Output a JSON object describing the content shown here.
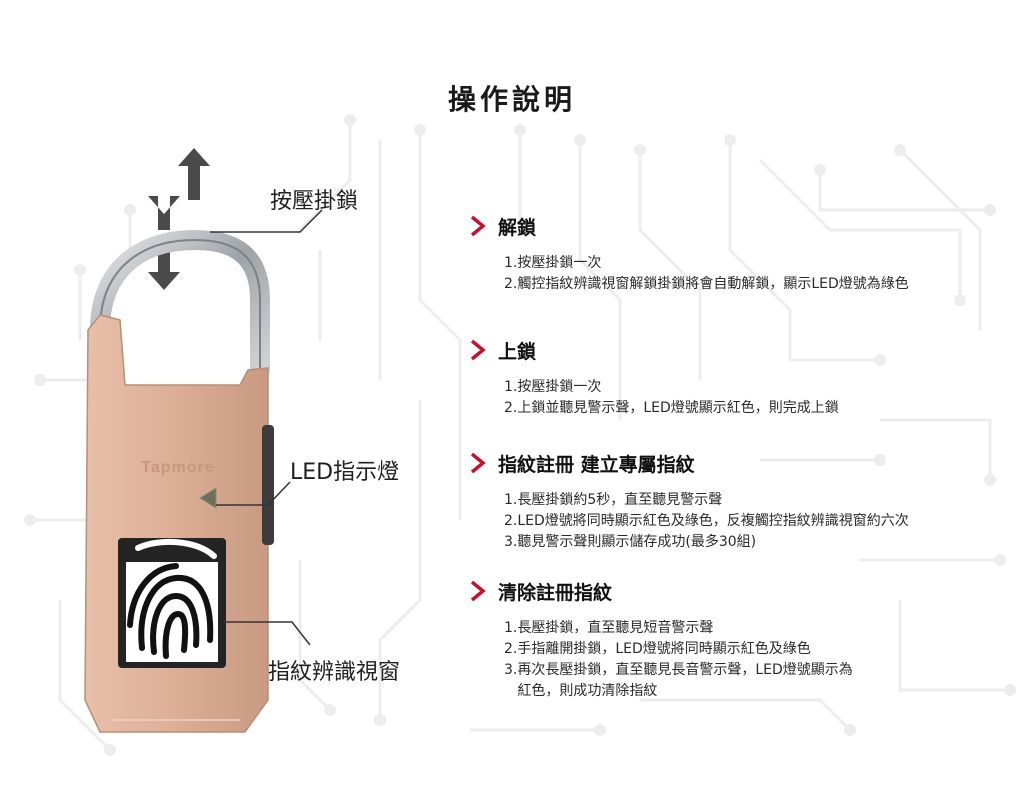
{
  "page": {
    "title": "操作說明"
  },
  "product": {
    "brand_logo": "Tapmore",
    "callouts": {
      "press": "按壓掛鎖",
      "led": "LED指示燈",
      "sensor": "指紋辨識視窗"
    }
  },
  "sections": [
    {
      "heading": "解鎖",
      "items": [
        "1.按壓掛鎖一次",
        "2.觸控指紋辨識視窗解鎖掛鎖將會自動解鎖，顯示LED燈號為綠色"
      ]
    },
    {
      "heading": "上鎖",
      "items": [
        "1.按壓掛鎖一次",
        "2.上鎖並聽見警示聲，LED燈號顯示紅色，則完成上鎖"
      ]
    },
    {
      "heading": "指紋註冊 建立專屬指紋",
      "items": [
        "1.長壓掛鎖約5秒，直至聽見警示聲",
        "2.LED燈號將同時顯示紅色及綠色，反複觸控指紋辨識視窗約六次",
        "3.聽見警示聲則顯示儲存成功(最多30組)"
      ]
    },
    {
      "heading": "清除註冊指紋",
      "items": [
        "1.長壓掛鎖，直至聽見短音警示聲",
        "2.手指離開掛鎖，LED燈號將同時顯示紅色及綠色",
        "3.再次長壓掛鎖，直至聽見長音警示聲，LED燈號顯示為",
        "   紅色，則成功清除指紋"
      ]
    }
  ],
  "colors": {
    "accent_chevron": "#c8102e",
    "lock_body": "#d9a990",
    "shackle": "#b8bcc2",
    "circuit_lines": "#ececec"
  },
  "icons": {
    "press_arrows": "up-down-arrows-icon",
    "section_marker": "chevron-right-icon",
    "fingerprint": "fingerprint-icon"
  }
}
